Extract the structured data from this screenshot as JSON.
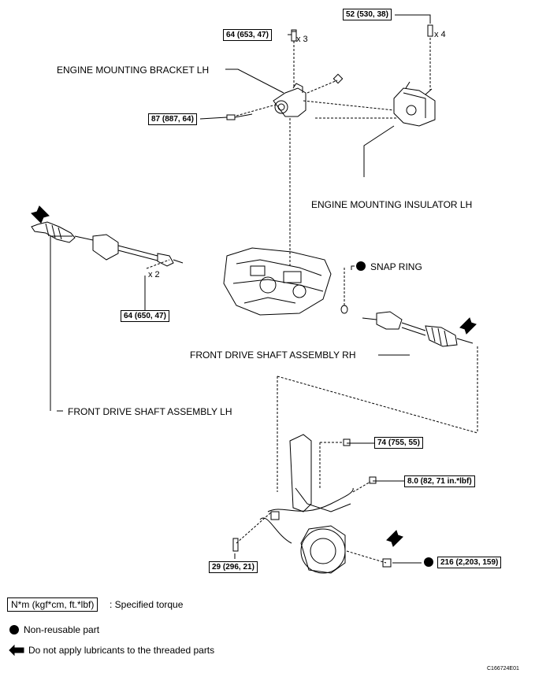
{
  "parts": {
    "engine_mounting_bracket_lh": "ENGINE MOUNTING BRACKET LH",
    "engine_mounting_insulator_lh": "ENGINE MOUNTING INSULATOR LH",
    "snap_ring": "SNAP RING",
    "front_drive_shaft_rh": "FRONT DRIVE SHAFT ASSEMBLY RH",
    "front_drive_shaft_lh": "FRONT DRIVE SHAFT ASSEMBLY LH"
  },
  "torques": {
    "t_bracket_bolts": "64 (653, 47)",
    "t_insulator_bolts": "52 (530, 38)",
    "t_bracket_long_bolt": "87 (887, 64)",
    "t_lh_bearing_bolts": "64 (650, 47)",
    "t_strut_nut": "74 (755, 55)",
    "t_sensor_bolt": "8.0 (82, 71 in.*lbf)",
    "t_hub_bolt": "29 (296, 21)",
    "t_axle_nut": "216 (2,203, 159)"
  },
  "multipliers": {
    "x3": "x 3",
    "x4": "x 4",
    "x2": "x 2"
  },
  "legend": {
    "unit_box": "N*m (kgf*cm, ft.*lbf)",
    "unit_desc": ": Specified torque",
    "non_reusable": "Non-reusable part",
    "no_lubricant": "Do not apply lubricants to the threaded parts"
  },
  "figure_code": "C166724E01"
}
